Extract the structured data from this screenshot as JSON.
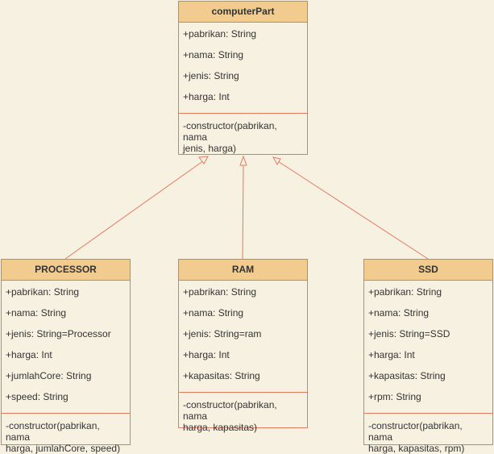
{
  "colors": {
    "background": "#f7f1e1",
    "header_fill": "#f2cc8f",
    "stroke": "#e07a5f",
    "text": "#333333"
  },
  "classes": {
    "computerpart": {
      "title": "computerPart",
      "attributes": [
        "+pabrikan: String",
        "+nama: String",
        "+jenis: String",
        "+harga: Int"
      ],
      "methods": [
        "-constructor(pabrikan, nama\n jenis, harga)"
      ]
    },
    "processor": {
      "title": "PROCESSOR",
      "attributes": [
        "+pabrikan: String",
        "+nama: String",
        "+jenis: String=Processor",
        "+harga: Int",
        "+jumlahCore: String",
        "+speed: String"
      ],
      "methods": [
        "-constructor(pabrikan, nama\nharga, jumlahCore, speed)"
      ]
    },
    "ram": {
      "title": "RAM",
      "attributes": [
        "+pabrikan: String",
        "+nama: String",
        "+jenis: String=ram",
        "+harga: Int",
        "+kapasitas: String"
      ],
      "methods": [
        "-constructor(pabrikan, nama\nharga, kapasitas)"
      ]
    },
    "ssd": {
      "title": "SSD",
      "attributes": [
        "+pabrikan: String",
        "+nama: String",
        "+jenis: String=SSD",
        "+harga: Int",
        "+kapasitas: String",
        "+rpm: String"
      ],
      "methods": [
        "-constructor(pabrikan, nama\nharga, kapasitas, rpm)"
      ]
    }
  },
  "relations": [
    {
      "type": "generalization",
      "from": "processor",
      "to": "computerpart"
    },
    {
      "type": "generalization",
      "from": "ram",
      "to": "computerpart"
    },
    {
      "type": "generalization",
      "from": "ssd",
      "to": "computerpart"
    }
  ]
}
